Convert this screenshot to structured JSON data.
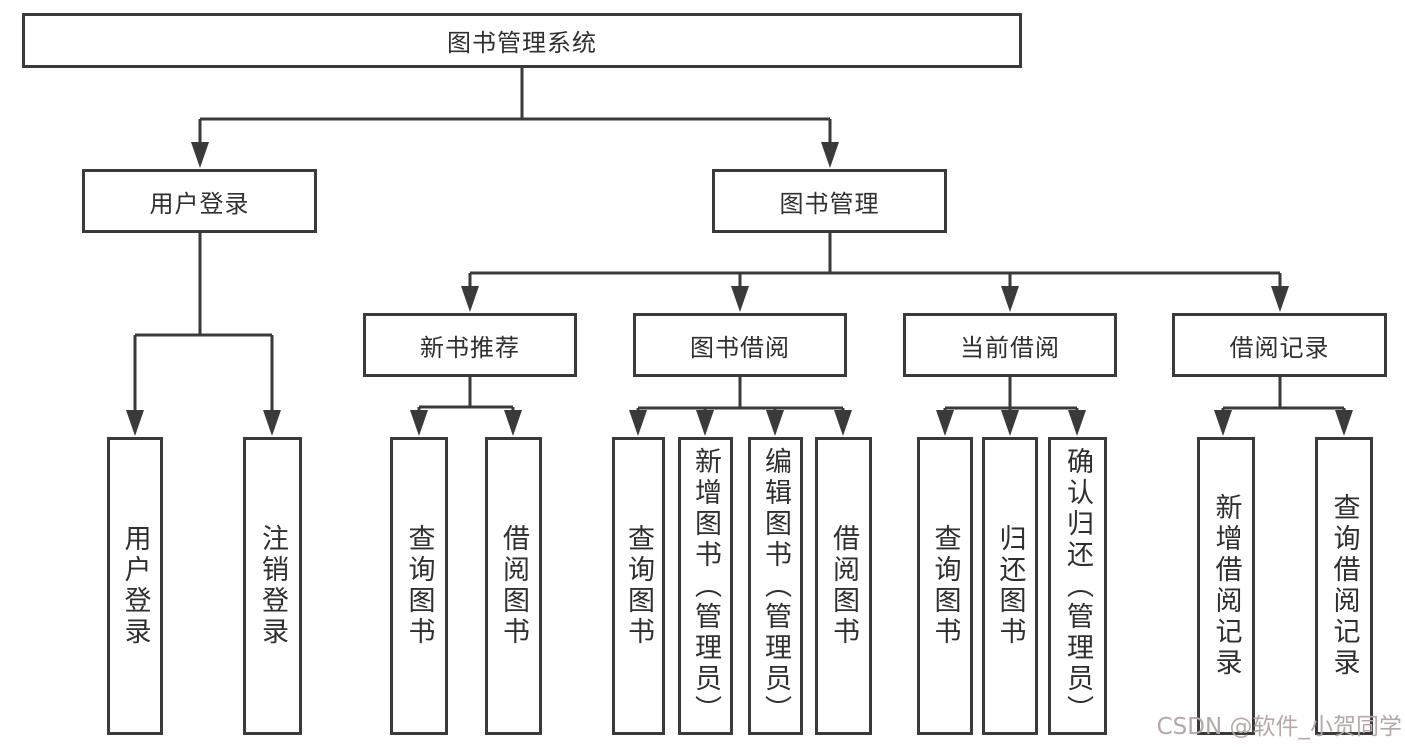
{
  "diagram": {
    "root": "图书管理系统",
    "level2": [
      {
        "label": "用户登录",
        "children": [
          "用户登录",
          "注销登录"
        ]
      },
      {
        "label": "图书管理",
        "children": [
          {
            "label": "新书推荐",
            "children": [
              "查询图书",
              "借阅图书"
            ]
          },
          {
            "label": "图书借阅",
            "children": [
              "查询图书",
              "新增图书（管理员）",
              "编辑图书（管理员）",
              "借阅图书"
            ]
          },
          {
            "label": "当前借阅",
            "children": [
              "查询图书",
              "归还图书",
              "确认归还（管理员）"
            ]
          },
          {
            "label": "借阅记录",
            "children": [
              "新增借阅记录",
              "查询借阅记录"
            ]
          }
        ]
      }
    ]
  },
  "watermark": "CSDN @软件_小贺同学",
  "colors": {
    "line": "#3a3a3a",
    "text": "#2f2f2f",
    "watermark": "#b6a8a8",
    "background": "#ffffff"
  }
}
